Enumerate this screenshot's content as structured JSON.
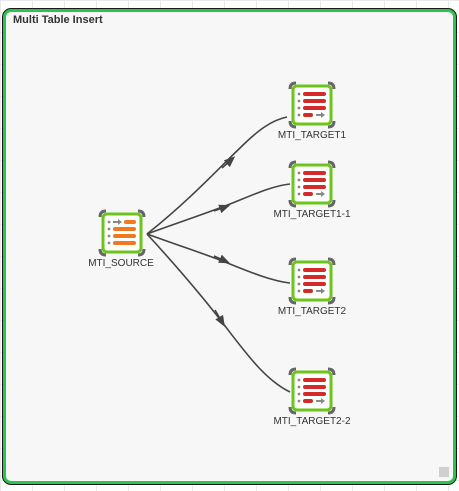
{
  "group": {
    "title": "Multi Table Insert"
  },
  "nodes": {
    "source": {
      "label": "MTI_SOURCE",
      "icon": "source-table-icon"
    },
    "target1": {
      "label": "MTI_TARGET1",
      "icon": "target-table-icon"
    },
    "target1_1": {
      "label": "MTI_TARGET1-1",
      "icon": "target-table-icon"
    },
    "target2": {
      "label": "MTI_TARGET2",
      "icon": "target-table-icon"
    },
    "target2_2": {
      "label": "MTI_TARGET2-2",
      "icon": "target-table-icon"
    }
  },
  "colors": {
    "group_border": "#2ec24f",
    "node_border": "#6cc51c",
    "source_bars": "#f07a1f",
    "target_bars": "#d42a2a",
    "edge": "#444444"
  }
}
